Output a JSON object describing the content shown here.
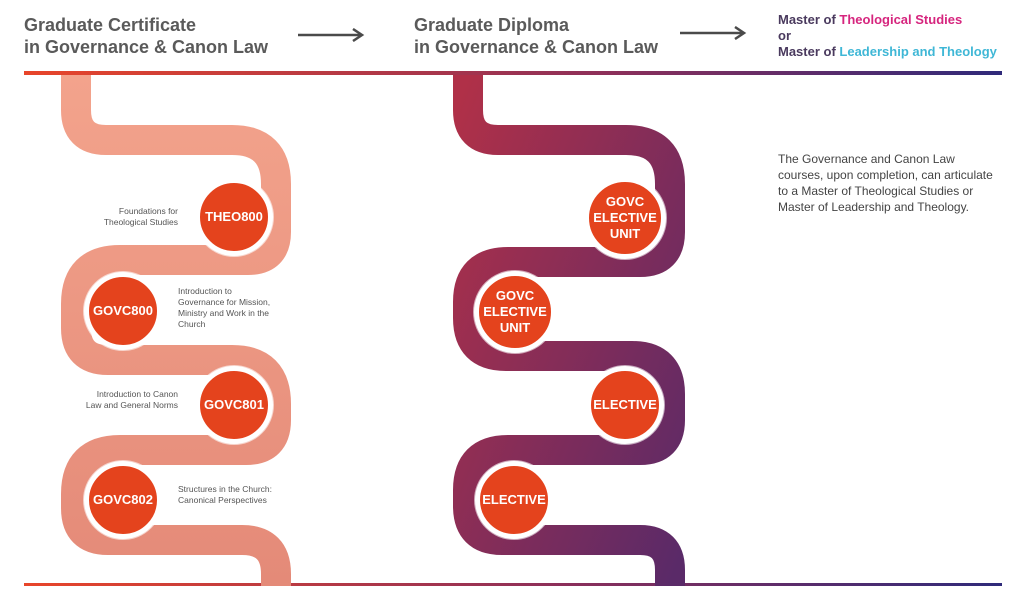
{
  "header": {
    "certificate_line1": "Graduate Certificate",
    "certificate_line2": "in Governance & Canon Law",
    "diploma_line1": "Graduate Diploma",
    "diploma_line2": "in Governance & Canon Law",
    "masters_prefix1": "Master of ",
    "masters_name1": "Theological Studies",
    "masters_or": "or",
    "masters_prefix2": "Master of ",
    "masters_name2": "Leadership and Theology"
  },
  "certificate_units": [
    {
      "code": "THEO800",
      "description": "Foundations for Theological Studies"
    },
    {
      "code": "GOVC800",
      "description": "Introduction to Governance for Mission, Ministry and Work in the Church"
    },
    {
      "code": "GOVC801",
      "description": "Introduction to Canon Law and General Norms"
    },
    {
      "code": "GOVC802",
      "description": "Structures in the Church: Canonical Perspectives"
    }
  ],
  "diploma_units": [
    {
      "code": "GOVC ELECTIVE UNIT"
    },
    {
      "code": "GOVC ELECTIVE UNIT"
    },
    {
      "code": "ELECTIVE"
    },
    {
      "code": "ELECTIVE"
    }
  ],
  "articulation_note": "The Governance and Canon Law courses, upon completion, can articulate to a Master of Theological Studies or Master of Leadership and Theology.",
  "colors": {
    "node": "#e4431d",
    "cert_path_light": "#f2a088",
    "cert_path_dark": "#e38a7a",
    "dip_path_start": "#a32f4a",
    "dip_path_end": "#5b2a66",
    "heading": "#5a5a5a",
    "accent_pink": "#d6257e",
    "accent_blue": "#3fb7d6"
  }
}
